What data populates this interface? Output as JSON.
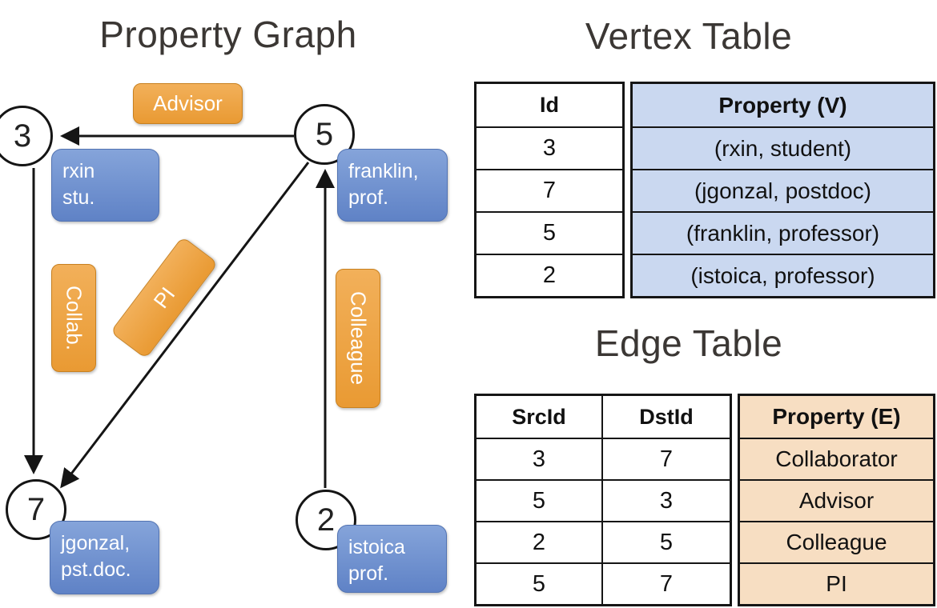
{
  "titles": {
    "graph": "Property Graph",
    "vertex_table": "Vertex Table",
    "edge_table": "Edge Table"
  },
  "graph": {
    "vertices": [
      {
        "id": "3",
        "property": "rxin\nstu."
      },
      {
        "id": "5",
        "property": "franklin,\nprof."
      },
      {
        "id": "7",
        "property": "jgonzal,\npst.doc."
      },
      {
        "id": "2",
        "property": "istoica\nprof."
      }
    ],
    "edges": [
      {
        "src": "5",
        "dst": "3",
        "label": "Advisor"
      },
      {
        "src": "3",
        "dst": "7",
        "label": "Collab."
      },
      {
        "src": "5",
        "dst": "7",
        "label": "PI"
      },
      {
        "src": "2",
        "dst": "5",
        "label": "Colleague"
      }
    ]
  },
  "vertex_table": {
    "headers": [
      "Id",
      "Property (V)"
    ],
    "rows": [
      [
        "3",
        "(rxin, student)"
      ],
      [
        "7",
        "(jgonzal, postdoc)"
      ],
      [
        "5",
        "(franklin, professor)"
      ],
      [
        "2",
        "(istoica, professor)"
      ]
    ]
  },
  "edge_table": {
    "headers": [
      "SrcId",
      "DstId",
      "Property (E)"
    ],
    "rows": [
      [
        "3",
        "7",
        "Collaborator"
      ],
      [
        "5",
        "3",
        "Advisor"
      ],
      [
        "2",
        "5",
        "Colleague"
      ],
      [
        "5",
        "7",
        "PI"
      ]
    ]
  },
  "colors": {
    "edge_label_orange": "#F2B05A",
    "edge_label_orange_dark": "#E99A33",
    "edge_label_border": "#C8801F",
    "vertex_blue": "#85A4DA",
    "vertex_blue_dark": "#5F82C6",
    "vertex_blue_border": "#5273B2",
    "table_vertex_fill": "#CAD8F0",
    "table_edge_fill": "#F7DEC2"
  }
}
